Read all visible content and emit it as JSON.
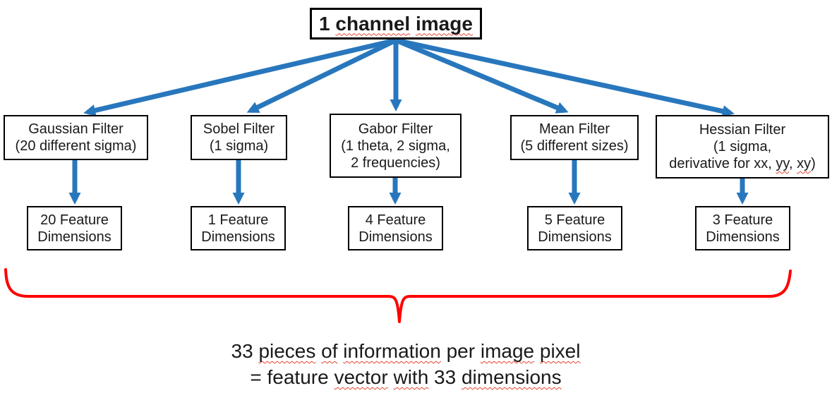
{
  "colors": {
    "arrow_blue": "#2877BD",
    "brace_red": "#FF0000",
    "squiggle_red": "#E8432F",
    "box_border": "#000000",
    "text": "#1A1A1A",
    "background": "#FFFFFF"
  },
  "root_box": {
    "text": "1 channel image",
    "lines": [
      [
        {
          "t": "1 ",
          "s": false
        },
        {
          "t": "channel",
          "s": true
        },
        {
          "t": " ",
          "s": false
        },
        {
          "t": "image",
          "s": true
        }
      ]
    ]
  },
  "filters": [
    {
      "name": "Gaussian Filter",
      "detail": "(20 different sigma)",
      "lines": [
        [
          {
            "t": "Gaussian Filter",
            "s": false
          }
        ],
        [
          {
            "t": "(20 different sigma)",
            "s": false
          }
        ]
      ],
      "feature_dimensions": 20,
      "feature_lines": [
        [
          {
            "t": "20 Feature",
            "s": false
          }
        ],
        [
          {
            "t": "Dimensions",
            "s": false
          }
        ]
      ]
    },
    {
      "name": "Sobel Filter",
      "detail": "(1 sigma)",
      "lines": [
        [
          {
            "t": "Sobel Filter",
            "s": false
          }
        ],
        [
          {
            "t": "(1 sigma)",
            "s": false
          }
        ]
      ],
      "feature_dimensions": 1,
      "feature_lines": [
        [
          {
            "t": "1 Feature",
            "s": false
          }
        ],
        [
          {
            "t": "Dimensions",
            "s": false
          }
        ]
      ]
    },
    {
      "name": "Gabor Filter",
      "detail": "(1 theta, 2 sigma, 2 frequencies)",
      "lines": [
        [
          {
            "t": "Gabor Filter",
            "s": false
          }
        ],
        [
          {
            "t": "(1 theta, 2 sigma,",
            "s": false
          }
        ],
        [
          {
            "t": "2 frequencies)",
            "s": false
          }
        ]
      ],
      "feature_dimensions": 4,
      "feature_lines": [
        [
          {
            "t": "4 Feature",
            "s": false
          }
        ],
        [
          {
            "t": "Dimensions",
            "s": false
          }
        ]
      ]
    },
    {
      "name": "Mean Filter",
      "detail": "(5 different sizes)",
      "lines": [
        [
          {
            "t": "Mean Filter",
            "s": false
          }
        ],
        [
          {
            "t": "(5 different sizes)",
            "s": false
          }
        ]
      ],
      "feature_dimensions": 5,
      "feature_lines": [
        [
          {
            "t": "5 Feature",
            "s": false
          }
        ],
        [
          {
            "t": "Dimensions",
            "s": false
          }
        ]
      ]
    },
    {
      "name": "Hessian Filter",
      "detail": "(1 sigma, derivative for xx, yy, xy)",
      "lines": [
        [
          {
            "t": "Hessian Filter",
            "s": false
          }
        ],
        [
          {
            "t": "(1 sigma,",
            "s": false
          }
        ],
        [
          {
            "t": "derivative for xx, ",
            "s": false
          },
          {
            "t": "yy",
            "s": true
          },
          {
            "t": ", ",
            "s": false
          },
          {
            "t": "xy",
            "s": true
          },
          {
            "t": ")",
            "s": false
          }
        ]
      ],
      "feature_dimensions": 3,
      "feature_lines": [
        [
          {
            "t": "3 Feature",
            "s": false
          }
        ],
        [
          {
            "t": "Dimensions",
            "s": false
          }
        ]
      ]
    }
  ],
  "summary": {
    "total_dimensions": 33,
    "text_line1": "33 pieces of information per image pixel",
    "text_line2": "= feature vector with 33 dimensions",
    "lines": [
      [
        {
          "t": "33 ",
          "s": false
        },
        {
          "t": "pieces",
          "s": true
        },
        {
          "t": " ",
          "s": false
        },
        {
          "t": "of",
          "s": true
        },
        {
          "t": " ",
          "s": false
        },
        {
          "t": "information",
          "s": true
        },
        {
          "t": " per ",
          "s": false
        },
        {
          "t": "image",
          "s": true
        },
        {
          "t": " ",
          "s": false
        },
        {
          "t": "pixel",
          "s": true
        }
      ],
      [
        {
          "t": "= feature ",
          "s": false
        },
        {
          "t": "vector",
          "s": true
        },
        {
          "t": " ",
          "s": false
        },
        {
          "t": "with",
          "s": true
        },
        {
          "t": " 33 ",
          "s": false
        },
        {
          "t": "dimensions",
          "s": true
        }
      ]
    ]
  }
}
